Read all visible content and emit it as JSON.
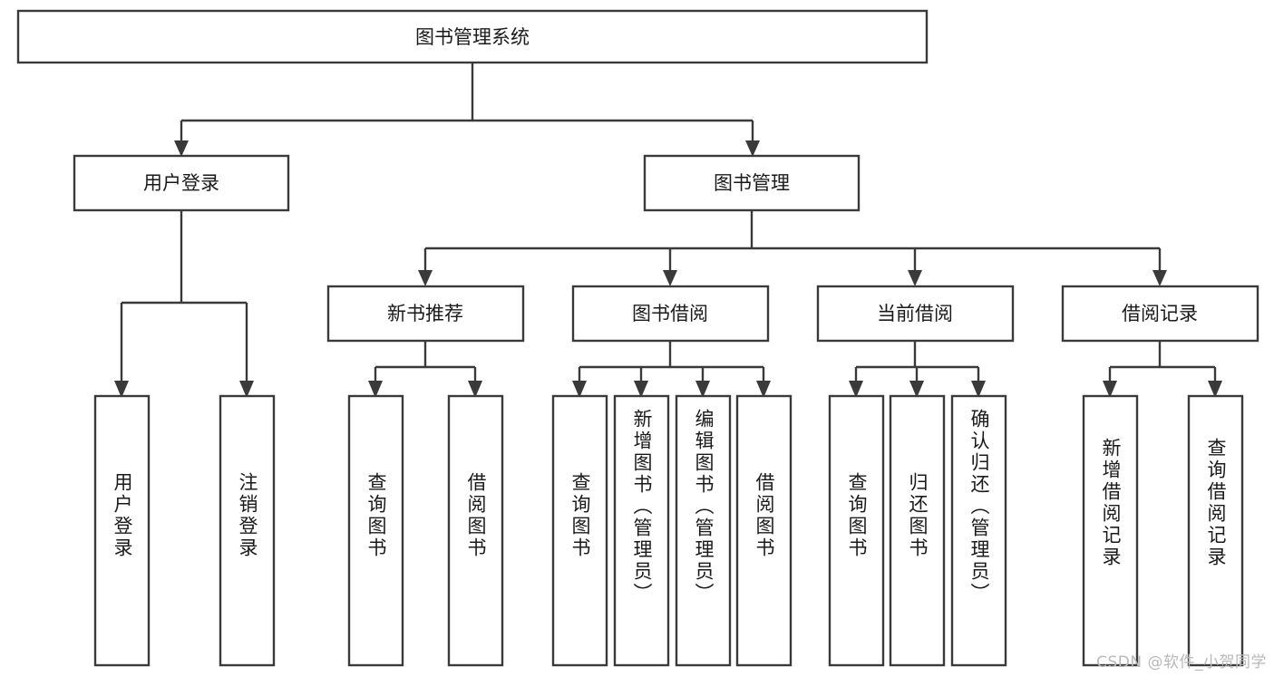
{
  "diagram": {
    "type": "tree-hierarchy",
    "root": {
      "id": "root",
      "label": "图书管理系统"
    },
    "level2": [
      {
        "id": "user-login",
        "label": "用户登录"
      },
      {
        "id": "book-manage",
        "label": "图书管理"
      }
    ],
    "level3": [
      {
        "id": "new-book-rec",
        "label": "新书推荐",
        "parent": "book-manage"
      },
      {
        "id": "book-borrow",
        "label": "图书借阅",
        "parent": "book-manage"
      },
      {
        "id": "current-borrow",
        "label": "当前借阅",
        "parent": "book-manage"
      },
      {
        "id": "borrow-record",
        "label": "借阅记录",
        "parent": "book-manage"
      }
    ],
    "leaves": [
      {
        "id": "leaf-user-login",
        "label": "用户登录",
        "parent": "user-login"
      },
      {
        "id": "leaf-logout",
        "label": "注销登录",
        "parent": "user-login"
      },
      {
        "id": "leaf-query-book-1",
        "label": "查询图书",
        "parent": "new-book-rec"
      },
      {
        "id": "leaf-borrow-book-1",
        "label": "借阅图书",
        "parent": "new-book-rec"
      },
      {
        "id": "leaf-query-book-2",
        "label": "查询图书",
        "parent": "book-borrow"
      },
      {
        "id": "leaf-add-book",
        "label": "新增图书（管理员）",
        "parent": "book-borrow"
      },
      {
        "id": "leaf-edit-book",
        "label": "编辑图书（管理员）",
        "parent": "book-borrow"
      },
      {
        "id": "leaf-borrow-book-2",
        "label": "借阅图书",
        "parent": "book-borrow"
      },
      {
        "id": "leaf-query-book-3",
        "label": "查询图书",
        "parent": "current-borrow"
      },
      {
        "id": "leaf-return-book",
        "label": "归还图书",
        "parent": "current-borrow"
      },
      {
        "id": "leaf-confirm-return",
        "label": "确认归还（管理员）",
        "parent": "current-borrow"
      },
      {
        "id": "leaf-add-record",
        "label": "新增借阅记录",
        "parent": "borrow-record"
      },
      {
        "id": "leaf-query-record",
        "label": "查询借阅记录",
        "parent": "borrow-record"
      }
    ],
    "colors": {
      "box_fill": "#ffffff",
      "box_stroke": "#3a3a3a",
      "connector": "#3a3a3a",
      "text": "#1a1a1a",
      "watermark": "#b9b9b9",
      "background": "#ffffff"
    }
  },
  "watermark": {
    "text": "CSDN @软件_小贺同学"
  }
}
